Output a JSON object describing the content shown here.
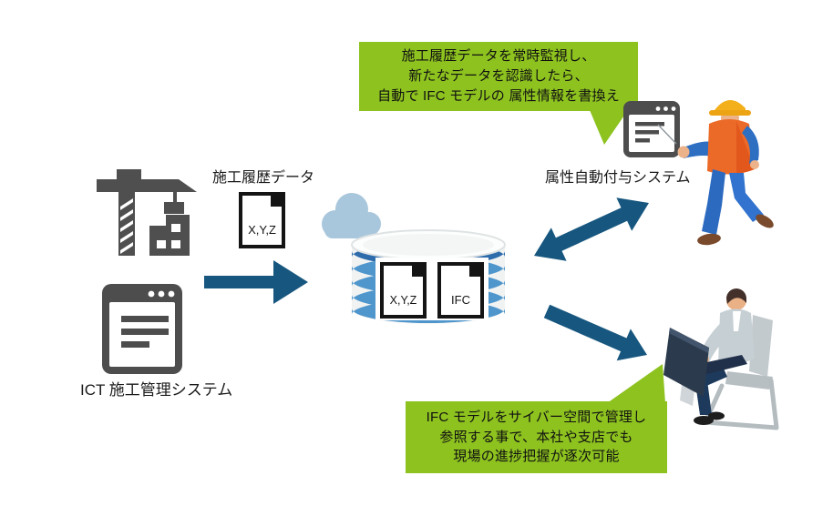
{
  "bubbles": {
    "top": {
      "lines": [
        "施工履歴データを常時監視し、",
        "新たなデータを認識したら、",
        "自動で IFC モデルの 属性情報を書換え"
      ]
    },
    "bottom": {
      "lines": [
        "IFC モデルをサイバー空間で管理し",
        "参照する事で、本社や支店でも",
        "現場の進捗把握が逐次可能"
      ]
    }
  },
  "labels": {
    "construction_history_data": "施工履歴データ",
    "ict_system": "ICT 施工管理システム",
    "attribute_system": "属性自動付与システム"
  },
  "documents": {
    "xyz_standalone": "X,Y,Z",
    "xyz_db": "X,Y,Z",
    "ifc_db": "IFC"
  },
  "colors": {
    "callout_green": "#8dc21f",
    "arrow_blue": "#17577f",
    "icon_gray": "#4d4d4d",
    "cloud_blue": "#a9c7dc",
    "db_stripe_blue": "#4f96cc",
    "db_stripe_dark_blue": "#2e6cab",
    "helmet_yellow": "#f3b01b",
    "vest_orange": "#ec6a28",
    "jeans_blue": "#2e6fc2"
  },
  "icons": [
    "crane-building-icon",
    "document-icon",
    "cloud-icon",
    "database-icon",
    "ict-window-icon",
    "attribute-window-icon",
    "arrow-right-icon",
    "arrow-double-diagonal-icon",
    "arrow-down-right-icon",
    "worker-figure",
    "office-worker-figure"
  ]
}
